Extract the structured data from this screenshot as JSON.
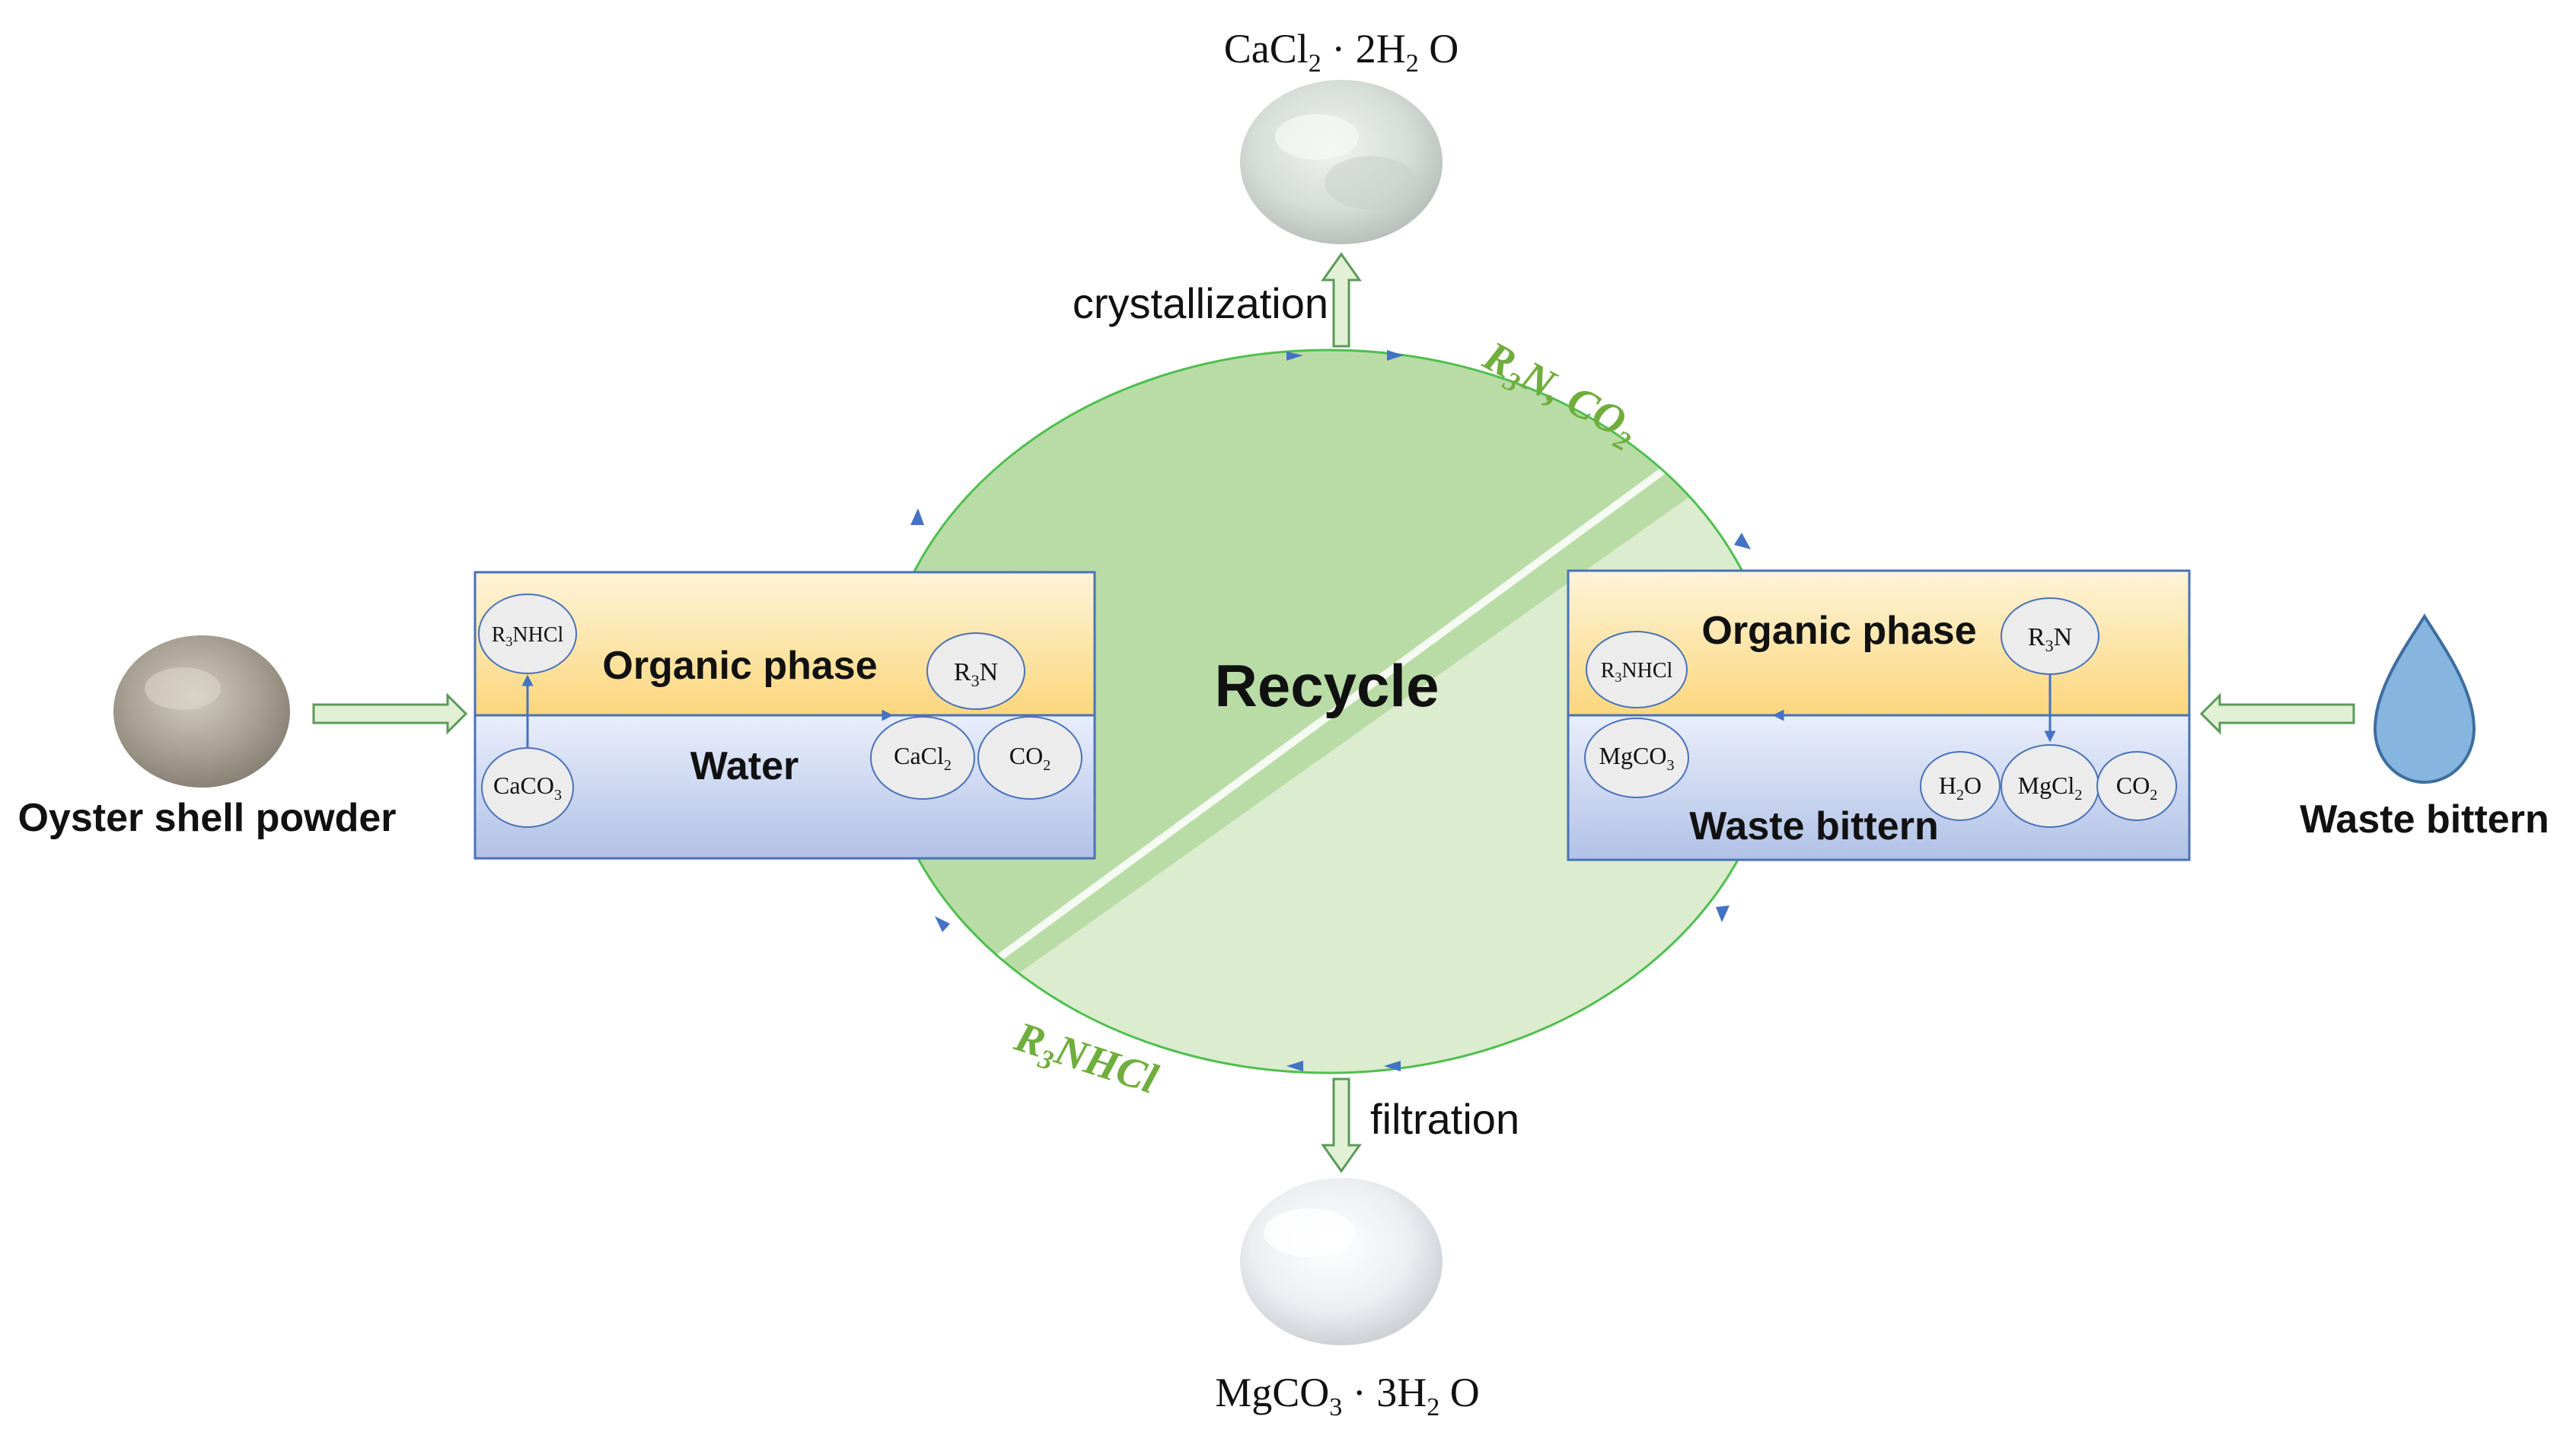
{
  "center": {
    "label": "Recycle"
  },
  "cycle_labels": {
    "top": {
      "base": "R",
      "sub1": "3",
      "mid": "N, CO",
      "sub2": "2"
    },
    "bottom": {
      "base": "R",
      "sub1": "3",
      "mid": "NHCl"
    }
  },
  "products": {
    "top": {
      "a": "CaCl",
      "a_sub": "2",
      "dot": " · 2H",
      "b_sub": "2",
      "c": " O"
    },
    "bottom": {
      "a": "MgCO",
      "a_sub": "3",
      "dot": " · 3H",
      "b_sub": "2",
      "c": " O"
    }
  },
  "steps": {
    "top": "crystallization",
    "bottom": "filtration"
  },
  "inputs": {
    "left": "Oyster shell powder",
    "right": "Waste bittern"
  },
  "left_box": {
    "organic_label": "Organic phase",
    "water_label": "Water",
    "r3nhcl": {
      "a": "R",
      "sub": "3",
      "b": "NHCl"
    },
    "r3n": {
      "a": "R",
      "sub": "3",
      "b": "N"
    },
    "caco3": {
      "a": "CaCO",
      "sub": "3"
    },
    "cacl2": {
      "a": "CaCl",
      "sub": "2"
    },
    "co2": {
      "a": "CO",
      "sub": "2"
    }
  },
  "right_box": {
    "organic_label": "Organic phase",
    "water_label": "Waste bittern",
    "r3nhcl": {
      "a": "R",
      "sub": "3",
      "b": "NHCl"
    },
    "r3n": {
      "a": "R",
      "sub": "3",
      "b": "N"
    },
    "mgco3": {
      "a": "MgCO",
      "sub": "3"
    },
    "h2o": {
      "a": "H",
      "sub": "2",
      "b": "O"
    },
    "mgcl2": {
      "a": "MgCl",
      "sub": "2"
    },
    "co2": {
      "a": "CO",
      "sub": "2"
    }
  },
  "colors": {
    "green_dark": "#b9dca6",
    "green_light": "#dbeccf",
    "green_text": "#6fae3c",
    "organic_top": "#fef4d9",
    "organic_bottom": "#fbd77d",
    "water_top": "#e9eefb",
    "water_bottom": "#b1c1e6",
    "box_border": "#4a72b8",
    "blue_arrow": "#4472c4",
    "drop": "#86b5e0"
  }
}
